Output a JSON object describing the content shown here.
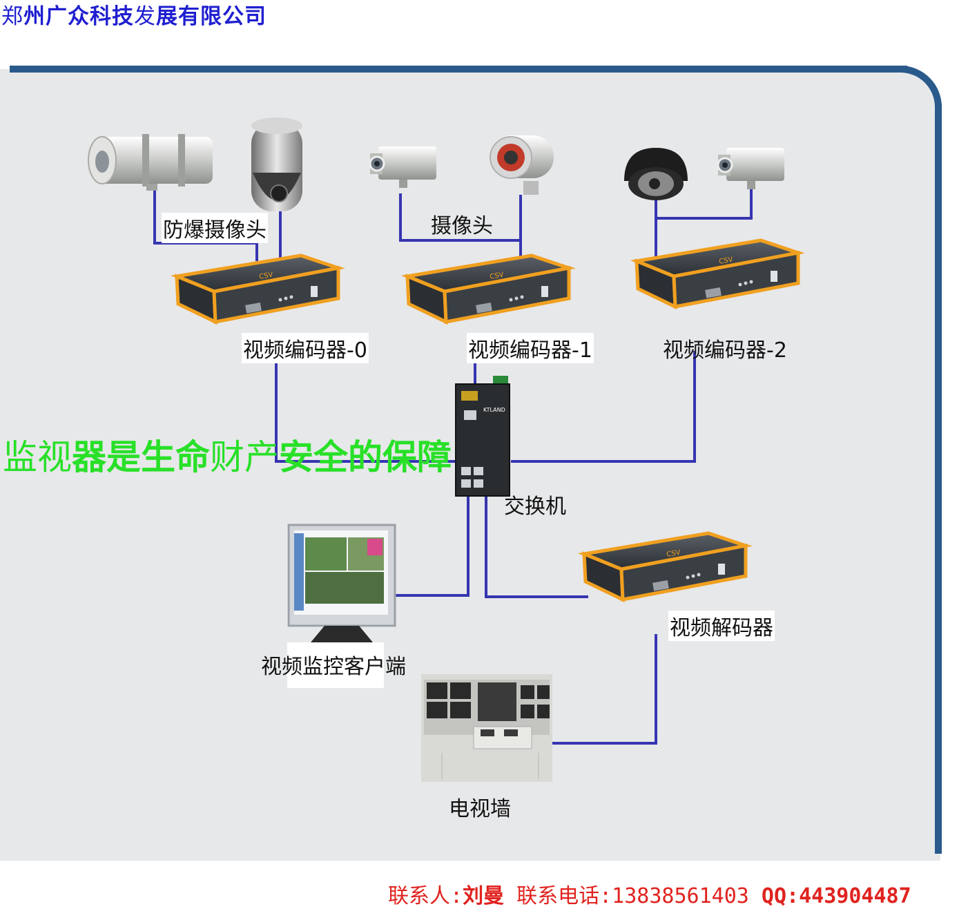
{
  "header": {
    "company_part1": "郑",
    "company_part2": "州广众科技",
    "company_part3": "发",
    "company_part4": "展有限公司"
  },
  "cameras": {
    "group0_label": "防爆摄像头",
    "group1_label": "摄像头"
  },
  "encoders": [
    {
      "label": "视频编码器-0"
    },
    {
      "label": "视频编码器-1"
    },
    {
      "label": "视频编码器-2"
    }
  ],
  "switch": {
    "label": "交换机"
  },
  "slogan": {
    "part1": "监视",
    "part2": "器是生命",
    "part3": "财产",
    "part4": "安全的保障"
  },
  "client": {
    "label": "视频监控客户端"
  },
  "decoder": {
    "label": "视频解码器"
  },
  "tv_wall": {
    "label": "电视墙"
  },
  "footer": {
    "contact_prefix": "联系人:",
    "contact_name": "刘曼",
    "phone_prefix": " 联系",
    "phone_label": "电话:13838561403",
    "qq": " QQ:443904487"
  },
  "colors": {
    "frame": "#2a5a8c",
    "line": "#3535b0",
    "device_trim": "#f0a020",
    "slogan": "#28e028",
    "company": "#1f1fd0",
    "contact": "#e0231f"
  }
}
